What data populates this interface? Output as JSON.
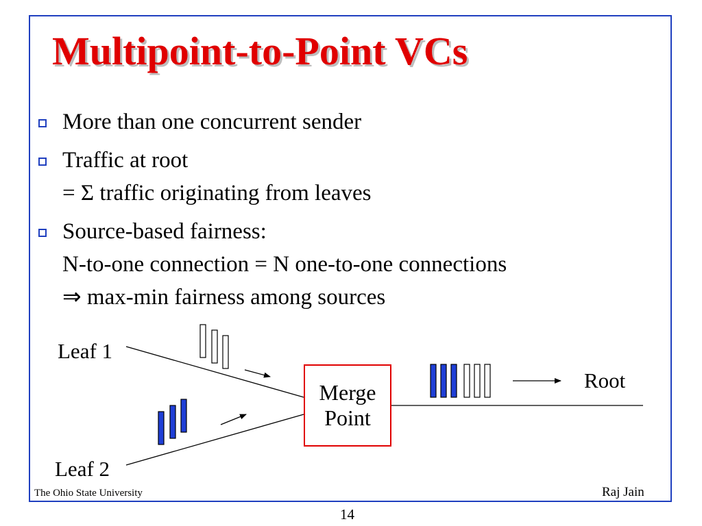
{
  "slide": {
    "title": "Multipoint-to-Point VCs",
    "bullets": [
      {
        "lines": [
          "More than one concurrent sender"
        ]
      },
      {
        "lines": [
          "Traffic at root",
          "= Σ traffic originating from leaves"
        ]
      },
      {
        "lines": [
          "Source-based fairness:",
          "N-to-one connection = N one-to-one connections",
          "⇒ max-min fairness among sources"
        ]
      }
    ]
  },
  "diagram": {
    "leaf1_label": "Leaf 1",
    "leaf2_label": "Leaf 2",
    "merge_line1": "Merge",
    "merge_line2": "Point",
    "root_label": "Root",
    "colors": {
      "filled_cell": "#1f3fd6",
      "merge_border": "#e00000"
    }
  },
  "footer": {
    "left": "The Ohio State University",
    "right": "Raj Jain",
    "page_number": "14"
  },
  "colors": {
    "title": "#e00000",
    "frame": "#1f3fbf",
    "bullet_box": "#1f3fbf"
  }
}
